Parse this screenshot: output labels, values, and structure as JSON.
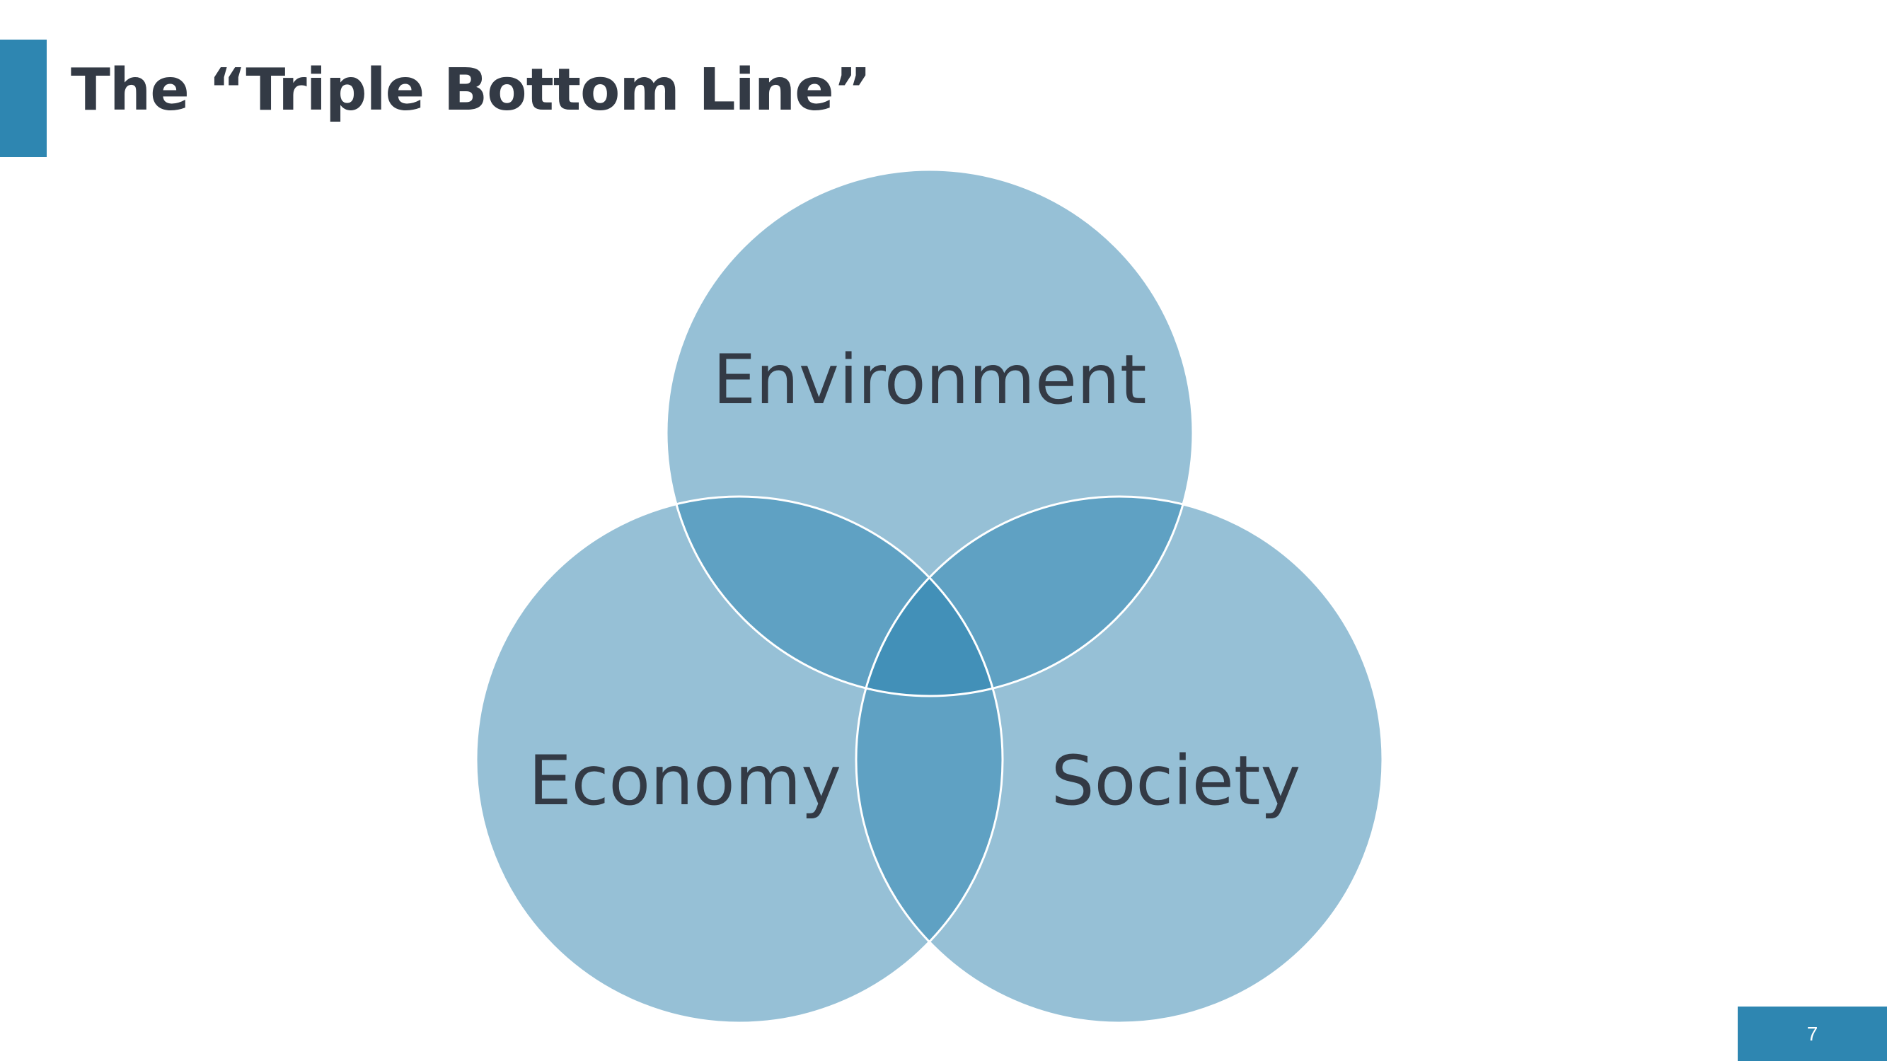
{
  "slide": {
    "title": "The “Triple Bottom Line”",
    "page_number": "7"
  },
  "venn": {
    "circles": [
      {
        "label": "Environment"
      },
      {
        "label": "Economy"
      },
      {
        "label": "Society"
      }
    ],
    "colors": {
      "circle_fill": "#96c0d6",
      "pair_overlap_fill": "#5fa1c3",
      "center_overlap_fill": "#4290b8",
      "outline": "#ffffff",
      "accent": "#2e86b1",
      "text": "#333a45"
    }
  }
}
